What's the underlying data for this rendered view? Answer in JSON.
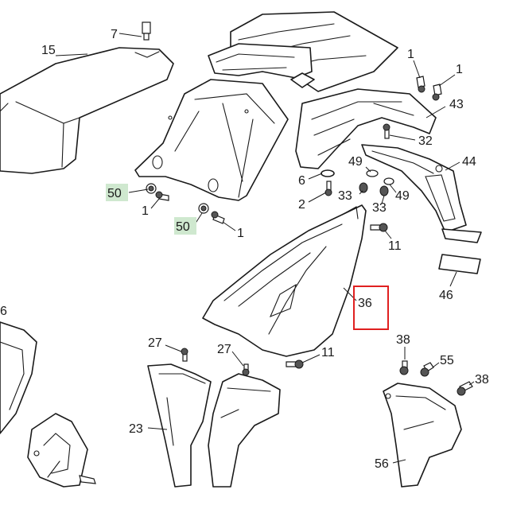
{
  "colors": {
    "line": "#1a1a1a",
    "highlight_bg": "#cfe8cf",
    "selection": "#e02020"
  },
  "callouts": {
    "c7": "7",
    "c15": "15",
    "c1a": "1",
    "c1b": "1",
    "c43": "43",
    "c32": "32",
    "c44": "44",
    "c6": "6",
    "c49a": "49",
    "c50a": "50",
    "c1c": "1",
    "c2": "2",
    "c33a": "33",
    "c49b": "49",
    "c33b": "33",
    "c50b": "50",
    "c1d": "1",
    "c11a": "11",
    "c46": "46",
    "c36": "36",
    "c6left": "6",
    "c27a": "27",
    "c27b": "27",
    "c11b": "11",
    "c38a": "38",
    "c55": "55",
    "c38b": "38",
    "c23": "23",
    "c56": "56"
  },
  "highlighted_callouts": [
    "50"
  ],
  "selected_callout": "36"
}
